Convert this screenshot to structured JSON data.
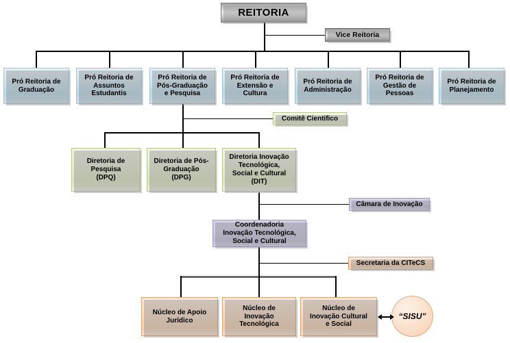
{
  "diagram": {
    "title": "Organograma Reitoria",
    "type": "organizational-chart",
    "colors": {
      "root": "#bdbdbd",
      "level1": "#c9e3ef",
      "level2": "#e4ebd2",
      "level3": "#cdc8e3",
      "level4": "#f9d9bd",
      "connector": "#000000",
      "connector_thick": "#6b6b6b"
    }
  },
  "nodes": {
    "reitoria": "REITORIA",
    "vice_reitoria": "Vice Reitoria",
    "pro_reitorias": [
      "Pró Reitoria de\nGraduação",
      "Pró Reitoria de\nAssuntos\nEstudantis",
      "Pró Reitoria de\nPós-Graduação\ne Pesquisa",
      "Pró Reitoria de\nExtensão e\nCultura",
      "Pró Reitoria de\nAdministração",
      "Pró Reitoria de\nGestão de\nPessoas",
      "Pró Reitoria de\nPlanejamento"
    ],
    "comite_cientifico": "Comitê Cientifico",
    "diretorias": [
      "Diretoria de\nPesquisa\n(DPQ)",
      "Diretoria de Pós-\nGraduação\n(DPG)",
      "Diretoria Inovação\nTecnológica,\nSocial e Cultural\n(DIT)"
    ],
    "camara_inovacao": "Câmara de Inovação",
    "coordenadoria": "Coordenadoria\nInovação Tecnológica,\nSocial e Cultural",
    "secretaria": "Secretaria da CITeCS",
    "nucleos": [
      "Núcleo de Apoio\nJurídico",
      "Núcleo de\nInovação\nTecnológica",
      "Núcleo de\nInovação Cultural\ne Social"
    ],
    "sisu": "“SISU”"
  }
}
